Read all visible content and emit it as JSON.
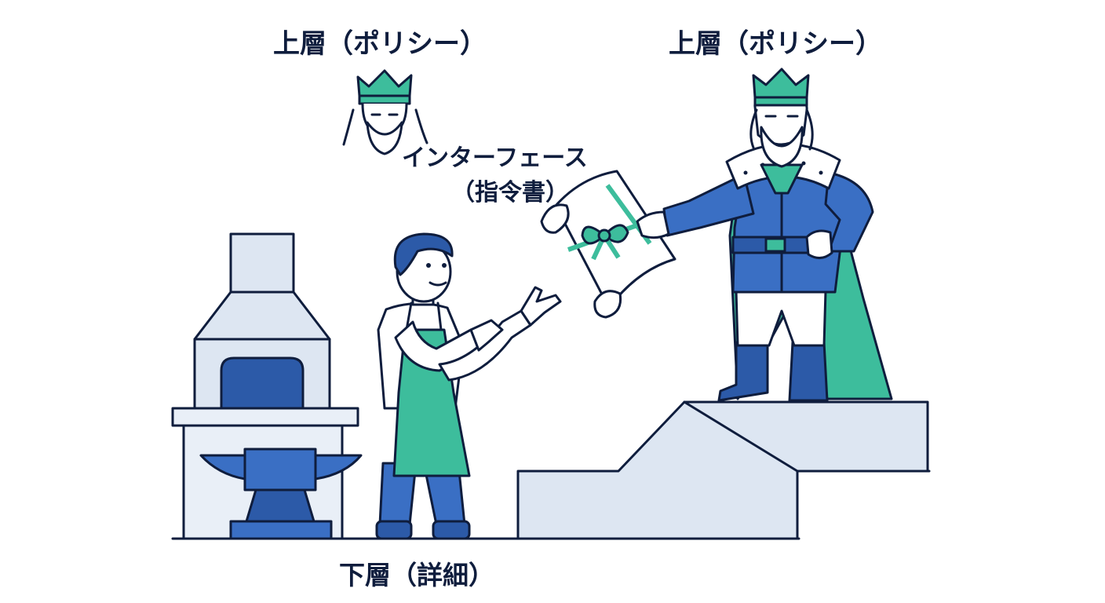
{
  "labels": {
    "upper_left": "上層（ポリシー）",
    "upper_right": "上層（ポリシー）",
    "interface_line1": "インターフェース",
    "interface_line2": "（指令書）",
    "lower": "下層（詳細）"
  },
  "colors": {
    "navy": "#0f1d3d",
    "royal_blue": "#3a6fc4",
    "dark_blue": "#2c5aa8",
    "teal": "#3dbd9c",
    "light_panel": "#dde6f2",
    "pale_panel": "#e9eff7"
  },
  "icons": [
    "crown-icon",
    "scroll-icon",
    "ribbon-icon",
    "furnace-icon",
    "anvil-icon"
  ]
}
